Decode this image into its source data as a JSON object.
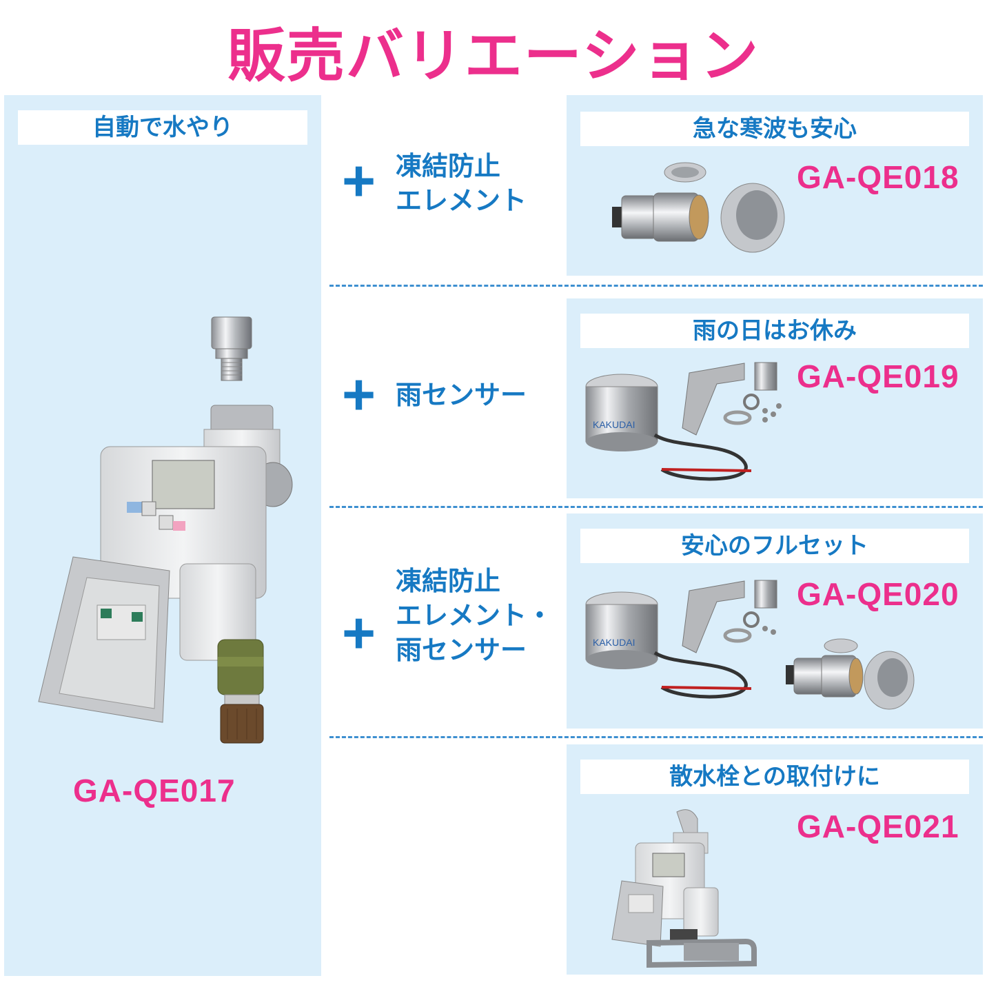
{
  "title": "販売バリエーション",
  "main": {
    "label": "自動で水やり",
    "code": "GA-QE017"
  },
  "variants": [
    {
      "addon": "凍結防止\nエレメント",
      "label": "急な寒波も安心",
      "code": "GA-QE018"
    },
    {
      "addon": "雨センサー",
      "label": "雨の日はお休み",
      "code": "GA-QE019",
      "sensor_brand": "KAKUDAI"
    },
    {
      "addon": "凍結防止\nエレメント・\n雨センサー",
      "label": "安心のフルセット",
      "code": "GA-QE020",
      "sensor_brand": "KAKUDAI"
    },
    {
      "label": "散水栓との取付けに",
      "code": "GA-QE021"
    }
  ],
  "colors": {
    "accent_pink": "#ec2f8c",
    "text_blue": "#1679c3",
    "panel_bg": "#dbeefa"
  },
  "plus_symbol": "+"
}
